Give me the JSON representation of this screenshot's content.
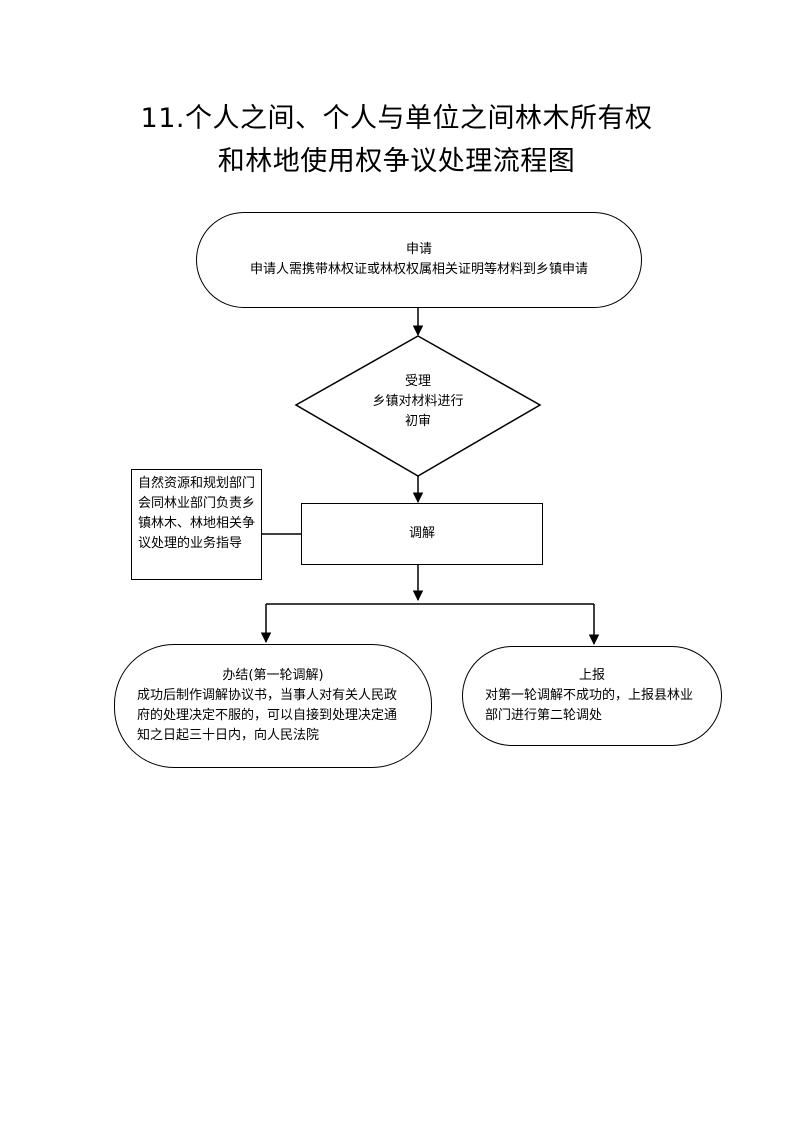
{
  "title": {
    "line1": "11.个人之间、个人与单位之间林木所有权",
    "line2": "和林地使用权争议处理流程图"
  },
  "nodes": {
    "apply": {
      "heading": "申请",
      "body": "申请人需携带林权证或林权权属相关证明等材料到乡镇申请"
    },
    "accept": {
      "heading": "受理",
      "body": "乡镇对材料进行初审"
    },
    "mediate": {
      "heading": "调解"
    },
    "guidance": {
      "body": "自然资源和规划部门会同林业部门负责乡镇林木、林地相关争议处理的业务指导"
    },
    "close": {
      "heading": "办结(第一轮调解)",
      "body": "成功后制作调解协议书，当事人对有关人民政府的处理决定不服的，可以自接到处理决定通知之日起三十日内，向人民法院"
    },
    "report": {
      "heading": "上报",
      "body": "对第一轮调解不成功的，上报县林业部门进行第二轮调处"
    }
  }
}
